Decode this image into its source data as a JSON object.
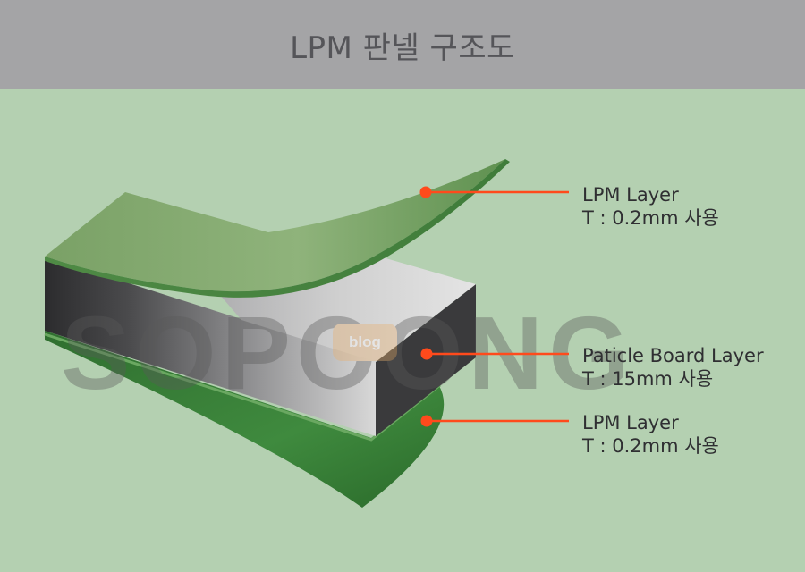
{
  "title": "LPM 판넬 구조도",
  "colors": {
    "header_bg": "#a4a4a6",
    "page_bg": "#b4d0b1",
    "leader": "#ff4a1c",
    "top_sheet": "#86aa72",
    "bottom_sheet": "#3e7a3c",
    "core_top": "#c9c9c9",
    "core_side": "#3a3a3c"
  },
  "watermark": {
    "text": "SOPOONG",
    "badge": "blog"
  },
  "layers": [
    {
      "name": "LPM Layer",
      "thickness": "T : 0.2mm 사용"
    },
    {
      "name": "Paticle Board Layer",
      "thickness": "T : 15mm 사용"
    },
    {
      "name": "LPM Layer",
      "thickness": "T : 0.2mm 사용"
    }
  ]
}
